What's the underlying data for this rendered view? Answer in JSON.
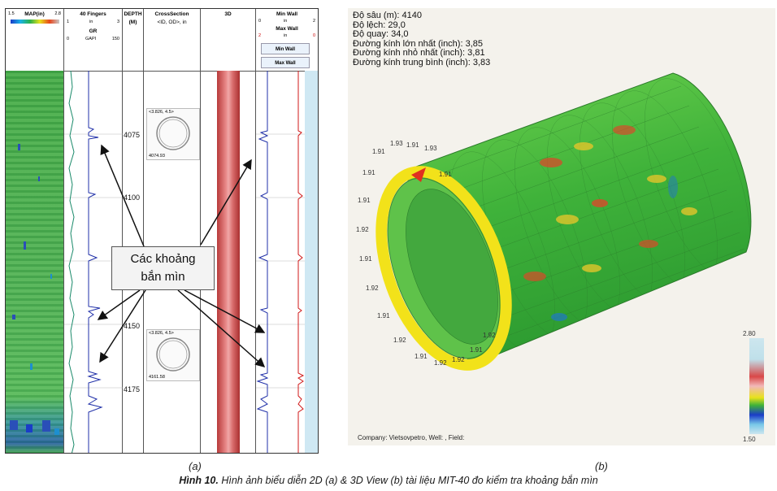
{
  "panel_a": {
    "tracks": {
      "map": {
        "title": "MAP(in)",
        "scale_min": "1.5",
        "scale_max": "2.8"
      },
      "fingers": {
        "title": "40 Fingers",
        "scale_left": "1",
        "unit": "in",
        "scale_right": "3",
        "gr_title": "GR",
        "gr_left": "0",
        "gr_unit": "GAPI",
        "gr_right": "150"
      },
      "depth": {
        "title": "DEPTH",
        "unit": "(M)"
      },
      "cross": {
        "title": "CrossSection",
        "sub": "<ID, OD>, in",
        "box1_label": "<3.826, 4.5>",
        "box1_depth": "4074.93",
        "box2_label": "<3.826, 4.5>",
        "box2_depth": "4161.58"
      },
      "view3d": {
        "title": "3D"
      },
      "wall": {
        "title_min": "Min Wall",
        "min_left": "0",
        "min_unit": "in",
        "min_right": "2",
        "title_max": "Max Wall",
        "max_left": "2",
        "max_unit": "in",
        "max_right": "0",
        "btn_min": "Min Wall",
        "btn_max": "Max Wall"
      }
    },
    "depth_ticks": [
      "4075",
      "4100",
      "4150",
      "4175"
    ],
    "callout_lines": [
      "Các khoảng",
      "bắn mìn"
    ],
    "label": "(a)"
  },
  "panel_b": {
    "info": [
      "Độ sâu (m): 4140",
      "Độ lệch: 29,0",
      "Độ quay: 34,0",
      "Đường kính lớn nhất (inch): 3,85",
      "Đường kính nhỏ nhất (inch): 3,81",
      "Đường kính trung bình (inch): 3,83"
    ],
    "scale_max": "2.80",
    "scale_min": "1.50",
    "footer": "Company: Vietsovpetro, Well: , Field:",
    "ring_labels": [
      "1.91",
      "1.93",
      "1.91",
      "1.93",
      "1.91",
      "1.91",
      "1.92",
      "1.91",
      "1.92",
      "1.91",
      "1.92",
      "1.91",
      "1.92",
      "1.92",
      "1.91",
      "1.92",
      "1.91"
    ],
    "label": "(b)"
  },
  "caption": {
    "bold": "Hình 10.",
    "text": " Hình ảnh biểu diễn 2D (a) & 3D View (b) tài liệu MIT-40 đo kiểm tra khoảng bắn mìn"
  },
  "colors": {
    "pipe_green": "#3fb23a",
    "ring_yellow": "#f2e21a",
    "casing_red": "#d95b5b",
    "curve_blue": "#1f2fa8"
  }
}
